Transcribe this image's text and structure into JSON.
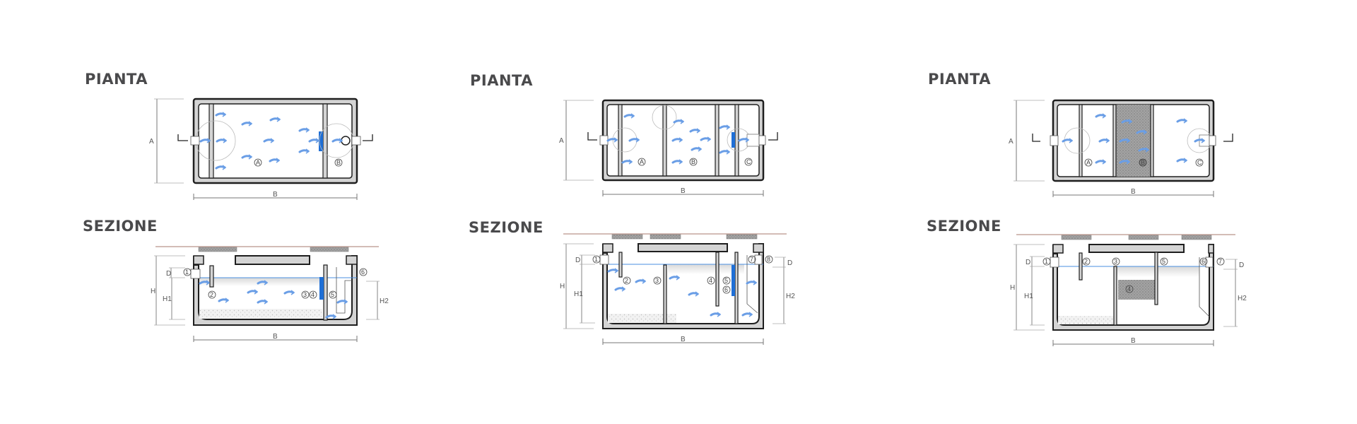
{
  "panels": [
    {
      "id": "panel-1",
      "plan": {
        "title": "PIANTA",
        "dim_width": "B",
        "dim_height": "A",
        "compartments": [
          "A",
          "B"
        ]
      },
      "section": {
        "title": "SEZIONE",
        "dims": {
          "total_height": "H",
          "h1": "H1",
          "h2": "H2",
          "d": "D",
          "width": "B"
        },
        "markers": [
          "1",
          "2",
          "3",
          "4",
          "5",
          "6"
        ]
      }
    },
    {
      "id": "panel-2",
      "plan": {
        "title": "PIANTA",
        "dim_width": "B",
        "dim_height": "A",
        "compartments": [
          "A",
          "B",
          "C"
        ]
      },
      "section": {
        "title": "SEZIONE",
        "dims": {
          "total_height": "H",
          "h1": "H1",
          "h2": "H2",
          "d": "D",
          "width": "B"
        },
        "markers": [
          "1",
          "2",
          "3",
          "4",
          "5",
          "6",
          "7",
          "8"
        ]
      }
    },
    {
      "id": "panel-3",
      "plan": {
        "title": "PIANTA",
        "dim_width": "B",
        "dim_height": "A",
        "compartments": [
          "A",
          "B",
          "C"
        ]
      },
      "section": {
        "title": "SEZIONE",
        "dims": {
          "total_height": "H",
          "h1": "H1",
          "h2": "H2",
          "d": "D",
          "width": "B"
        },
        "markers": [
          "1",
          "2",
          "3",
          "4",
          "5",
          "6",
          "7"
        ]
      }
    }
  ],
  "colors": {
    "heading": "#4a4a4c",
    "wall": "#1e1e1e",
    "concrete": "#d4d4d4",
    "water_line": "#4a8fe0",
    "flow_arrow": "#6a9ee6",
    "filter_blue": "#1f6fd6",
    "ground_line": "#a77a6c",
    "coalescing_media": "#9a9a9a"
  }
}
